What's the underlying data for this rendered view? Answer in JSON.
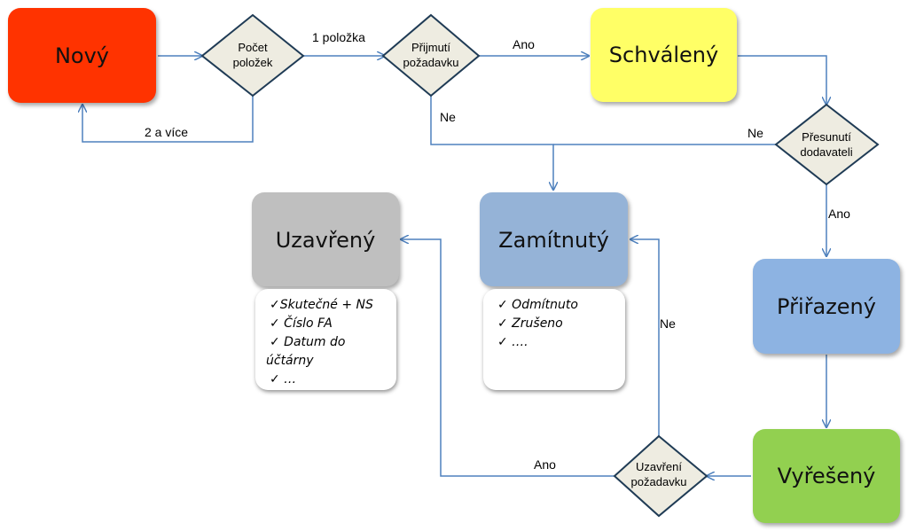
{
  "states": {
    "novy": "Nový",
    "schvaleny": "Schválený",
    "zamitnuty": "Zamítnutý",
    "uzavreny": "Uzavřený",
    "prirazeny": "Přiřazený",
    "vyreseny": "Vyřešený"
  },
  "decisions": {
    "pocet_line1": "Počet",
    "pocet_line2": "položek",
    "prijmuti_line1": "Přijmutí",
    "prijmuti_line2": "požadavku",
    "presunuti_line1": "Přesunutí",
    "presunuti_line2": "dodavateli",
    "uzavreni_line1": "Uzavření",
    "uzavreni_line2": "požadavku"
  },
  "edges": {
    "one_item": "1 položka",
    "two_more": "2 a více",
    "ano_1": "Ano",
    "ne_1": "Ne",
    "ne_2": "Ne",
    "ano_2": "Ano",
    "ne_3": "Ne",
    "ano_3": "Ano"
  },
  "notes": {
    "uzavreny": [
      "✓Skutečné  + NS",
      "✓ Číslo FA",
      "✓  Datum do",
      "účtárny",
      "✓ …"
    ],
    "zamitnuty": [
      "✓  Odmítnuto",
      "✓  Zrušeno",
      "✓  …."
    ]
  },
  "colors": {
    "novy": "#ff3300",
    "schvaleny": "#ffff66",
    "zamitnuty": "#95b3d7",
    "uzavreny": "#bfbfbf",
    "prirazeny": "#8db3e2",
    "vyreseny": "#92d050",
    "decision": "#eeece1",
    "decision_border": "#1f3b55",
    "connector": "#4f81bd"
  }
}
